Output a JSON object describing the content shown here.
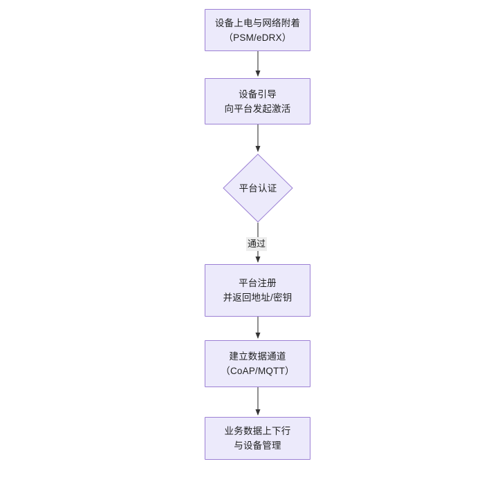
{
  "diagram": {
    "type": "flowchart",
    "direction": "top-to-bottom",
    "background_color": "#FFFFFF",
    "node_fill_color": "#ECEAFB",
    "node_border_color": "#9B7FD4",
    "node_text_color": "#1F2020",
    "edge_color": "#333333",
    "edge_label_background": "#EDEDED",
    "nodes": [
      {
        "id": "n1",
        "shape": "rect",
        "label": "设备上电与网络附着\n（PSM/eDRX）",
        "line1": "设备上电与网络附着",
        "line2": "（PSM/eDRX）"
      },
      {
        "id": "n2",
        "shape": "rect",
        "label": "设备引导\n向平台发起激活",
        "line1": "设备引导",
        "line2": "向平台发起激活"
      },
      {
        "id": "n3",
        "shape": "diamond",
        "label": "平台认证",
        "line1": "平台认证",
        "line2": ""
      },
      {
        "id": "n4",
        "shape": "rect",
        "label": "平台注册\n并返回地址/密钥",
        "line1": "平台注册",
        "line2": "并返回地址/密钥"
      },
      {
        "id": "n5",
        "shape": "rect",
        "label": "建立数据通道\n（CoAP/MQTT）",
        "line1": "建立数据通道",
        "line2": "（CoAP/MQTT）"
      },
      {
        "id": "n6",
        "shape": "rect",
        "label": "业务数据上下行\n与设备管理",
        "line1": "业务数据上下行",
        "line2": "与设备管理"
      }
    ],
    "edges": [
      {
        "from": "n1",
        "to": "n2",
        "label": ""
      },
      {
        "from": "n2",
        "to": "n3",
        "label": ""
      },
      {
        "from": "n3",
        "to": "n4",
        "label": "通过"
      },
      {
        "from": "n4",
        "to": "n5",
        "label": ""
      },
      {
        "from": "n5",
        "to": "n6",
        "label": ""
      }
    ]
  }
}
